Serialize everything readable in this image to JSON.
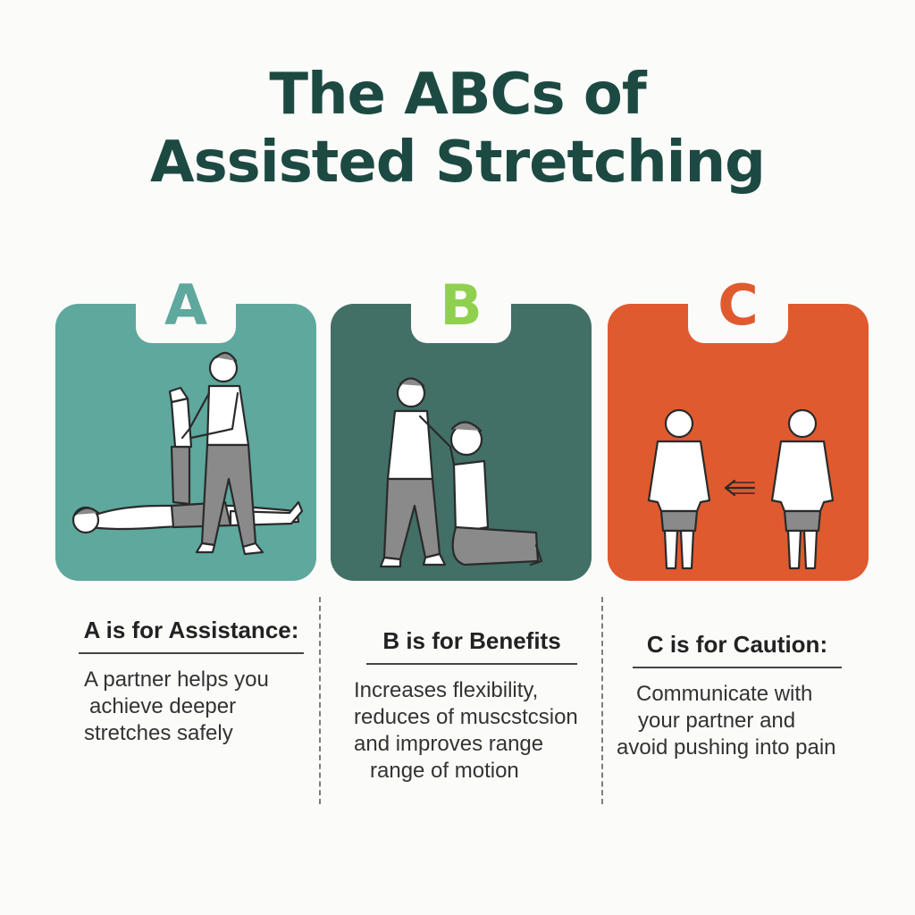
{
  "title": {
    "line1": "The ABCs of",
    "line2": "Assisted Stretching"
  },
  "colors": {
    "title": "#1c4a42",
    "card_a": "#5ea89d",
    "card_b": "#426f66",
    "card_c": "#e05a2f",
    "letter_a": "#5ea89d",
    "letter_b": "#8fd14f",
    "letter_c": "#e05a2f"
  },
  "cards": [
    {
      "letter": "A",
      "illustration": "assistant-stretching-partner-leg-icon",
      "heading": "A is for Assistance:",
      "body": [
        "A partner helps you",
        "achieve deeper",
        "stretches safely"
      ]
    },
    {
      "letter": "B",
      "illustration": "assistant-stretching-seated-partner-icon",
      "heading": "B is for Benefits",
      "body": [
        "Increases flexibility,",
        "reduces of muscstcsion",
        "and improves range",
        "range of motion"
      ]
    },
    {
      "letter": "C",
      "illustration": "two-people-communication-arrow-icon",
      "heading": "C is for Caution:",
      "body": [
        "Communicate with",
        "your partner and",
        "avoid pushing into pain"
      ]
    }
  ]
}
